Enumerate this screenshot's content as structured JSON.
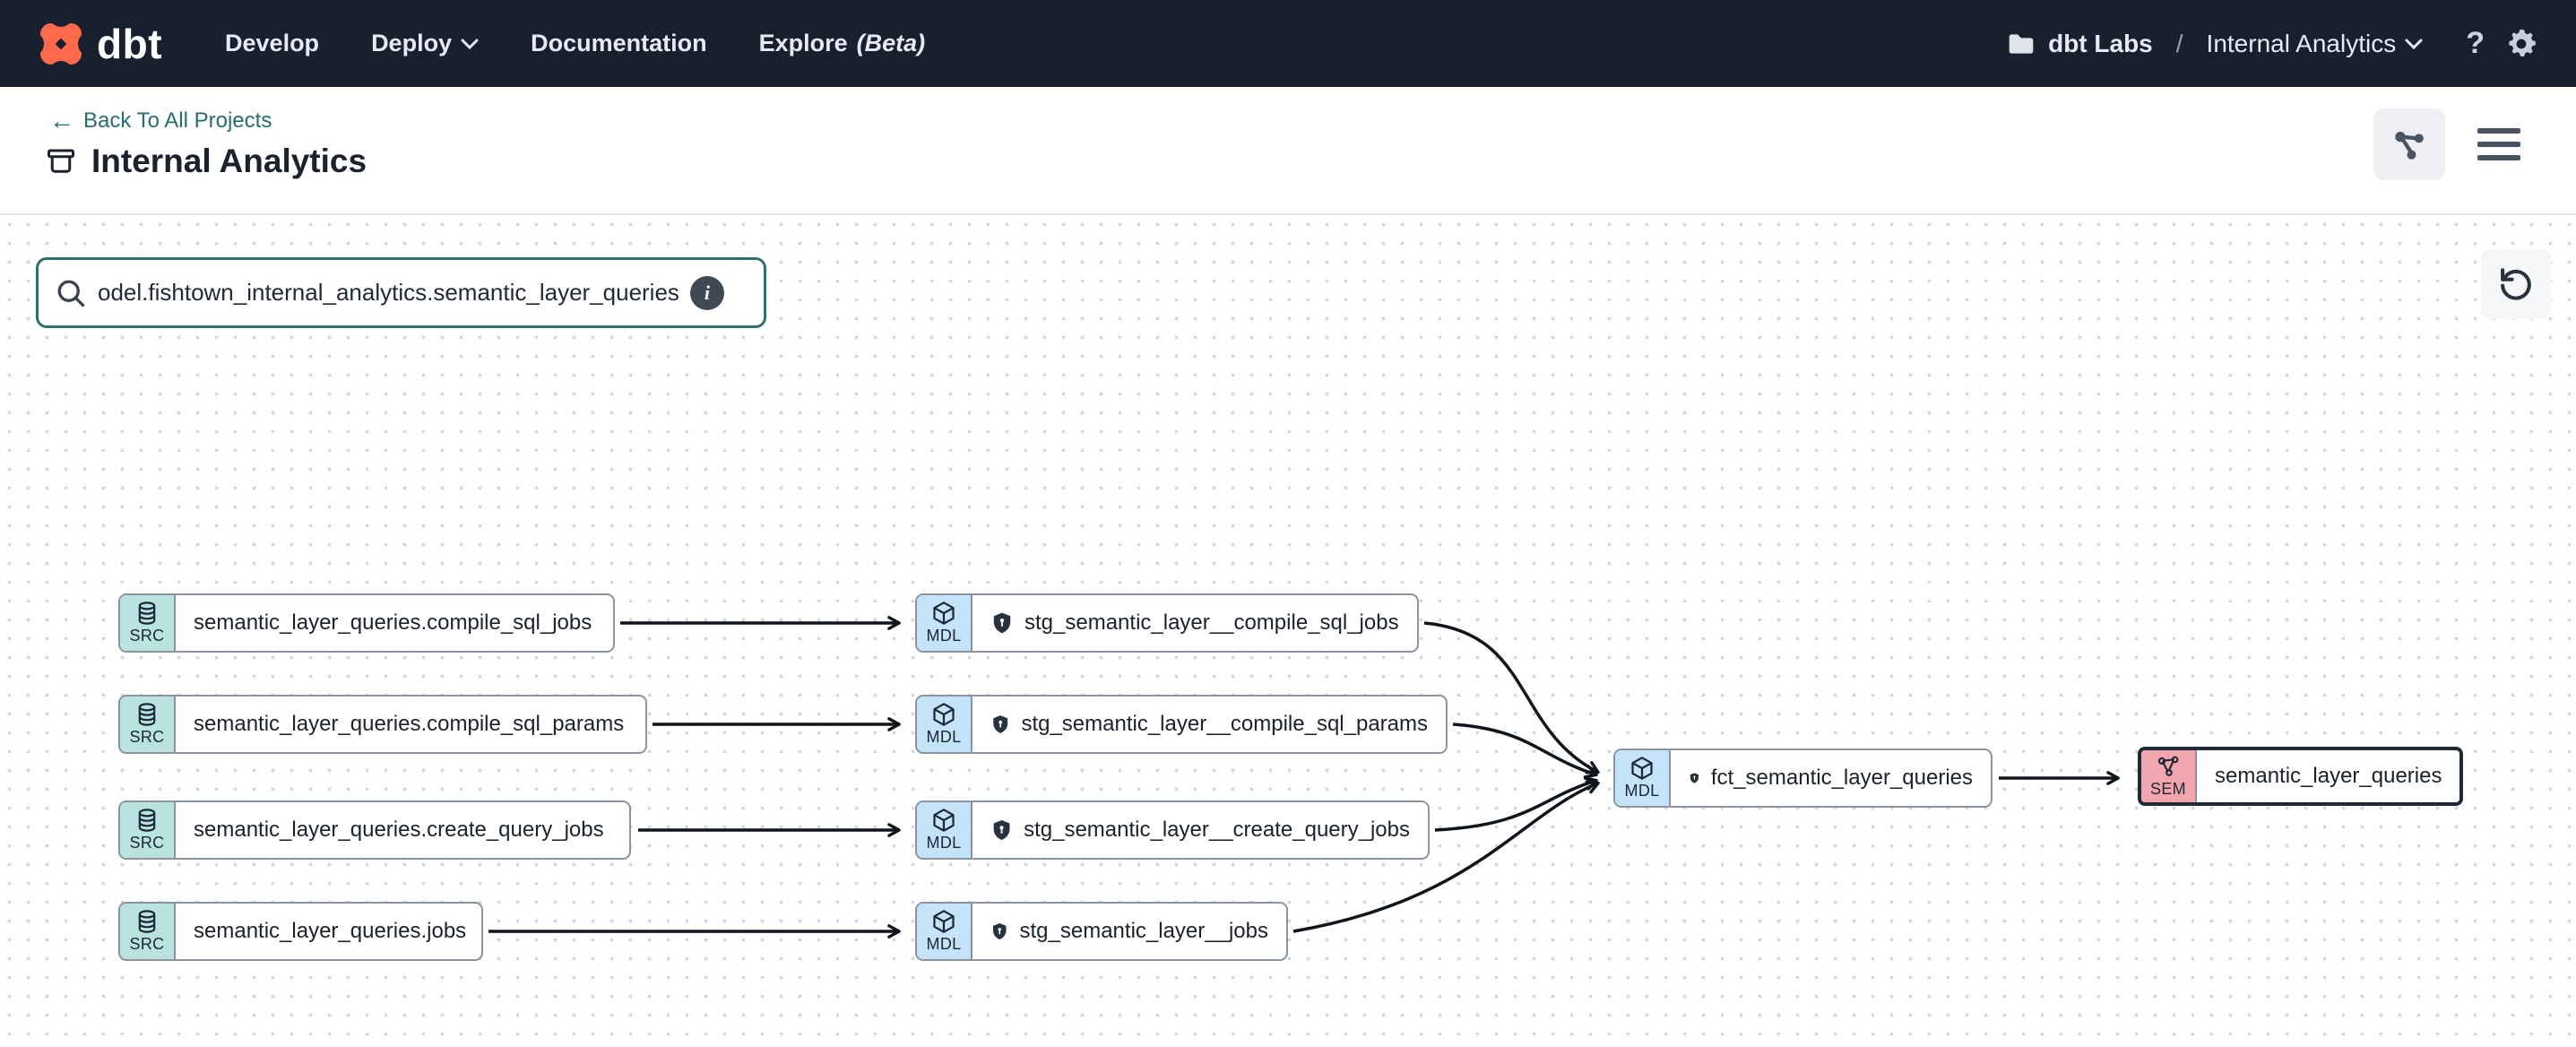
{
  "navbar": {
    "logo_text": "dbt",
    "items": [
      {
        "label": "Develop"
      },
      {
        "label": "Deploy"
      },
      {
        "label": "Documentation"
      },
      {
        "label": "Explore",
        "suffix": "(Beta)"
      }
    ],
    "account": "dbt Labs",
    "separator": "/",
    "project": "Internal Analytics",
    "help_label": "?"
  },
  "subheader": {
    "back_label": "Back To All Projects",
    "back_arrow": "←",
    "title": "Internal Analytics"
  },
  "search": {
    "value": "odel.fishtown_internal_analytics.semantic_layer_queries",
    "info_label": "i"
  },
  "graph": {
    "nodes": [
      {
        "badge": "SRC",
        "label": "semantic_layer_queries.compile_sql_jobs",
        "has_contract_shield": false
      },
      {
        "badge": "SRC",
        "label": "semantic_layer_queries.compile_sql_params",
        "has_contract_shield": false
      },
      {
        "badge": "SRC",
        "label": "semantic_layer_queries.create_query_jobs",
        "has_contract_shield": false
      },
      {
        "badge": "SRC",
        "label": "semantic_layer_queries.jobs",
        "has_contract_shield": false
      },
      {
        "badge": "MDL",
        "label": "stg_semantic_layer__compile_sql_jobs",
        "has_contract_shield": true
      },
      {
        "badge": "MDL",
        "label": "stg_semantic_layer__compile_sql_params",
        "has_contract_shield": true
      },
      {
        "badge": "MDL",
        "label": "stg_semantic_layer__create_query_jobs",
        "has_contract_shield": true
      },
      {
        "badge": "MDL",
        "label": "stg_semantic_layer__jobs",
        "has_contract_shield": true
      },
      {
        "badge": "MDL",
        "label": "fct_semantic_layer_queries",
        "has_contract_shield": true
      },
      {
        "badge": "SEM",
        "label": "semantic_layer_queries",
        "has_contract_shield": false
      }
    ]
  },
  "colors": {
    "brand_orange": "#ff694b",
    "navbar_bg": "#182030",
    "teal_link": "#266d70",
    "search_border": "#2f6f72",
    "src_badge": "#b9e3e1",
    "mdl_badge": "#c4e3f8",
    "sem_badge": "#f2a5ad",
    "edge": "#10151c"
  }
}
